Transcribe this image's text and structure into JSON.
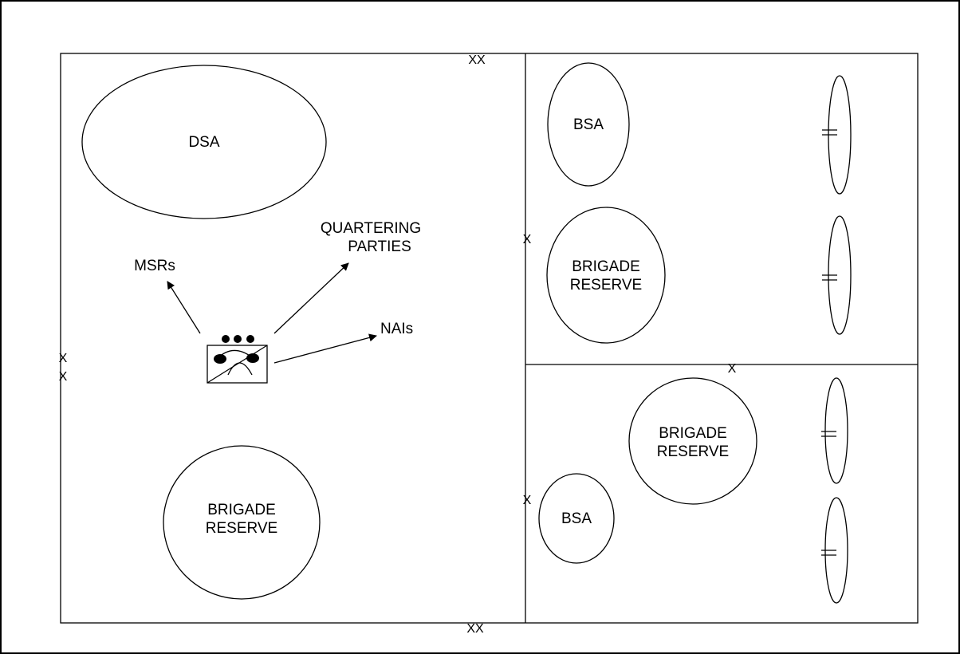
{
  "labels": {
    "dsa": "DSA",
    "bsa_upper": "BSA",
    "bsa_lower": "BSA",
    "brigade_reserve_left": [
      "BRIGADE",
      "RESERVE"
    ],
    "brigade_reserve_upper_right": [
      "BRIGADE",
      "RESERVE"
    ],
    "brigade_reserve_lower_right": [
      "BRIGADE",
      "RESERVE"
    ],
    "msrs": "MSRs",
    "quartering_parties": [
      "QUARTERING",
      "PARTIES"
    ],
    "nais": "NAIs"
  },
  "boundary_marks": {
    "division_top": "XX",
    "division_bottom": "XX",
    "left_edge_top": "X",
    "left_edge_bottom": "X",
    "mid_upper": "X",
    "mid_lower": "X",
    "horizontal_split": "X"
  },
  "unit_symbol": {
    "size_indicator": "●●●",
    "icon": "cavalry-squadron-icon"
  },
  "colors": {
    "line": "#000000",
    "background": "#ffffff"
  }
}
